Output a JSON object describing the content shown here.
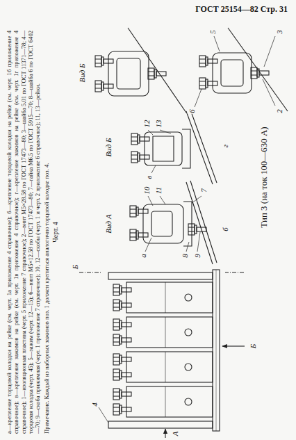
{
  "diagram": {
    "title": "Тип 3 (на ток 100—630 А)",
    "caption": "Черт. 4",
    "labels": [
      "ГОСТ 25154—82 Стр. 31",
      "а—крепление торцовой колодки на рейке (см. черт. 1а приложение 4 справочное); б—крепление торцовой колодки на рейке (см. черт. 1б приложение 4 справочное); в—крепление зажимов на рейке (см. черт. 1в приложение 4 справочное); г—крепление зажимов на рейке (см. черт. 1г приложение 4 справочное); 1—изоляционная пластина (черт. 5 приложение 7 справочное); 2—винт М5×28.58 по ГОСТ 17473—80; 3—шайба 5.01 по ГОСТ 11371—78; 4—торцовая колодка (черт. 45); 5—зажим (черт. 12—15); 6—винт М5×12.58 по ГОСТ 17473—80; 7—гайка М6.5 по ГОСТ 5915—70; 8—шайба 6 по ГОСТ 6402—70; 9—скоба прижимная (черт. 1 приложение 7 справочное); 10, 12—скобы (черт. 1 и черт. 2 приложение 6 справочное); 11, 13—рейки.",
      "Примечание. Каждый из наборных зажимов поз. 1 должен крепиться аналогично торцовой колодке поз. 4.",
      "А",
      "Б",
      "Б",
      "4",
      "Вид А",
      "а",
      "10",
      "11",
      "8",
      "9",
      "7",
      "б",
      "Вид Б",
      "12",
      "13",
      "в",
      "г",
      "Вид Б",
      "6",
      "5",
      "2",
      "3"
    ]
  }
}
